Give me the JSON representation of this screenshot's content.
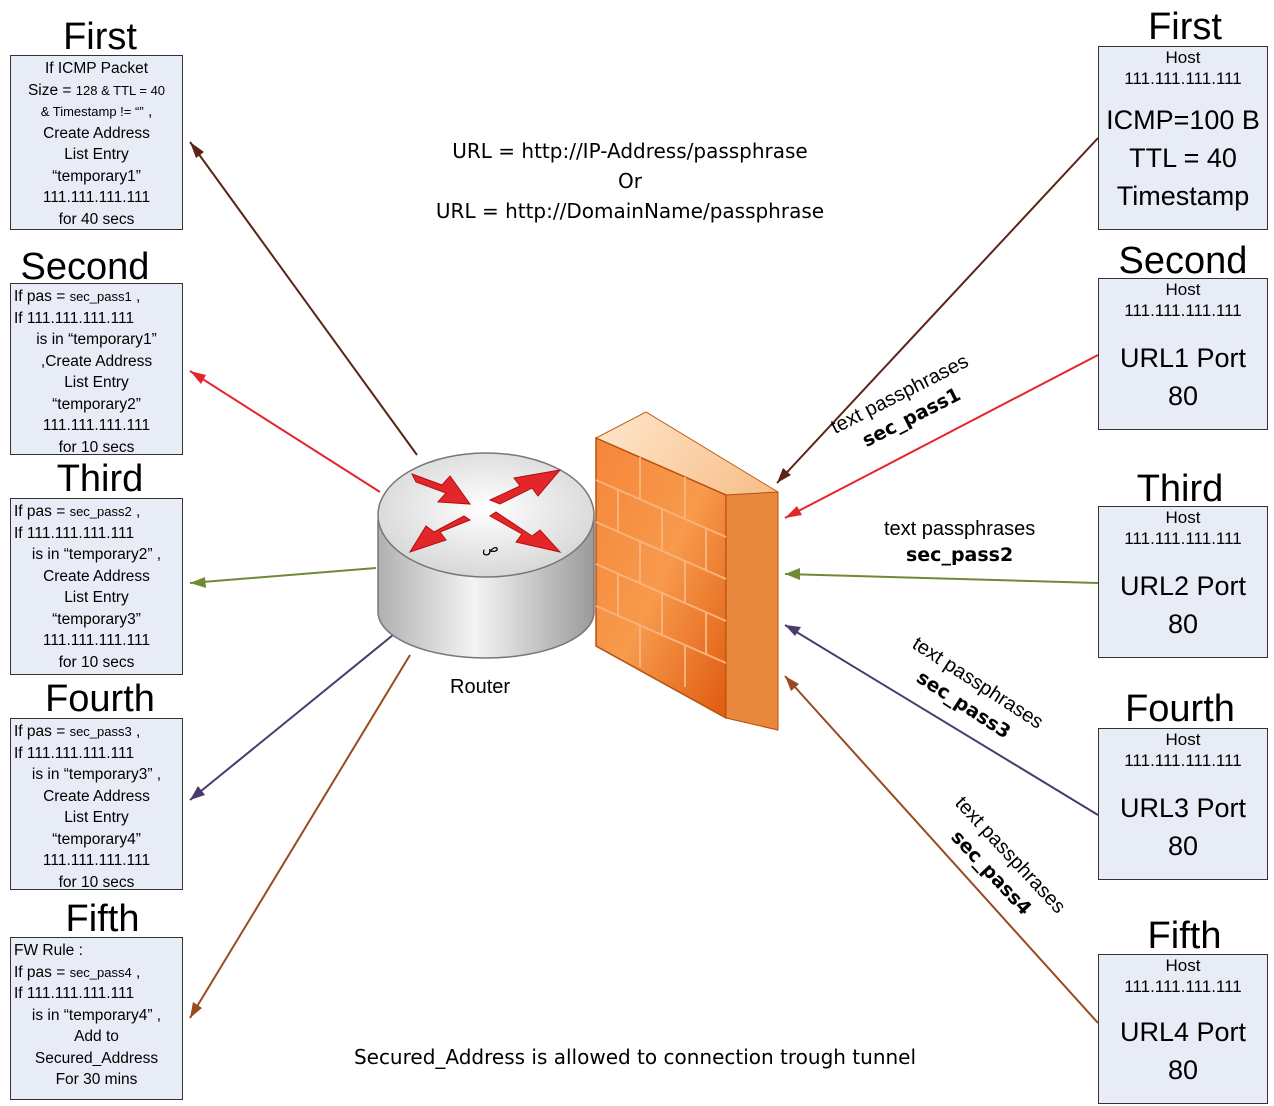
{
  "left": {
    "first": {
      "title": "First",
      "lines": [
        "If  ICMP Packet",
        "Size = ",
        "128 & TTL = 40",
        "& Timestamp != “”",
        " ,",
        "Create Address",
        "List Entry",
        "“temporary1”",
        "111.111.111.111",
        "for 40 secs"
      ]
    },
    "second": {
      "title": "Second",
      "lines": [
        "If  pas = ",
        "sec_pass1",
        " ,",
        "If 111.111.111.111",
        "is in “temporary1”",
        ",Create Address",
        "List Entry",
        "“temporary2”",
        "111.111.111.111",
        "for 10 secs"
      ]
    },
    "third": {
      "title": "Third",
      "lines": [
        "If  pas = ",
        "sec_pass2",
        " ,",
        "If 111.111.111.111",
        "is in “temporary2” ,",
        "Create Address",
        "List Entry",
        "“temporary3”",
        "111.111.111.111",
        "for 10 secs"
      ]
    },
    "fourth": {
      "title": "Fourth",
      "lines": [
        "If  pas = ",
        "sec_pass3",
        " ,",
        "If 111.111.111.111",
        "is in “temporary3” ,",
        "Create Address",
        "List Entry",
        "“temporary4”",
        "111.111.111.111",
        "for 10 secs"
      ]
    },
    "fifth": {
      "title": "Fifth",
      "lines": [
        "FW Rule :",
        "If  pas = ",
        "sec_pass4",
        " ,",
        "If 111.111.111.111",
        "is in “temporary4” ,",
        "Add to",
        "Secured_Address",
        "For 30 mins"
      ]
    }
  },
  "right": {
    "first": {
      "title": "First",
      "host": "Host",
      "ip": "111.111.111.111",
      "big": [
        "ICMP=100 B",
        "TTL = 40",
        "Timestamp"
      ]
    },
    "second": {
      "title": "Second",
      "host": "Host",
      "ip": "111.111.111.111",
      "big": [
        "URL1 Port",
        "80"
      ]
    },
    "third": {
      "title": "Third",
      "host": "Host",
      "ip": "111.111.111.111",
      "big": [
        "URL2 Port",
        "80"
      ]
    },
    "fourth": {
      "title": "Fourth",
      "host": "Host",
      "ip": "111.111.111.111",
      "big": [
        "URL3 Port",
        "80"
      ]
    },
    "fifth": {
      "title": "Fifth",
      "host": "Host",
      "ip": "111.111.111.111",
      "big": [
        "URL4 Port",
        "80"
      ]
    }
  },
  "center": {
    "url_line1": "URL = http://IP-Address/passphrase",
    "url_or": "Or",
    "url_line2": "URL = http://DomainName/passphrase",
    "router_label": "Router",
    "router_glyph": "ص",
    "footer": "Secured_Address is allowed to connection trough tunnel"
  },
  "passphrases": {
    "p1": {
      "text": "text passphrases",
      "code": "sec_pass1"
    },
    "p2": {
      "text": "text passphrases",
      "code": "sec_pass2"
    },
    "p3": {
      "text": "text passphrases",
      "code": "sec_pass3"
    },
    "p4": {
      "text": "text passphrases",
      "code": "sec_pass4"
    }
  },
  "colors": {
    "first": "#5c2418",
    "second": "#e4252a",
    "third": "#6e8a34",
    "fourth": "#4a3a6e",
    "fifth": "#9a4a1e",
    "box_fill": "#e8ecf6",
    "router_arrow": "#e4252a",
    "firewall": "#f07a30"
  }
}
